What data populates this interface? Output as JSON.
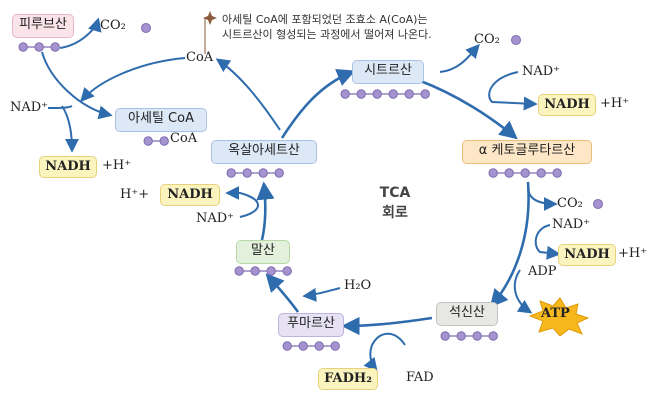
{
  "cycle_name": [
    "TCA",
    "회로"
  ],
  "note": [
    "아세틸 CoA에 포함되었던 조효소 A(CoA)는",
    "시트르산이 형성되는 과정에서 떨어져 나온다."
  ],
  "molecules": {
    "pyruvate": "피루브산",
    "acetyl_coa": "아세틸 CoA",
    "citrate": "시트르산",
    "alpha_kg": "α 케토글루타르산",
    "succinate": "석신산",
    "fumarate": "푸마르산",
    "malate": "말산",
    "oxaloacetate": "옥살아세트산"
  },
  "labels": {
    "coa_top": "CoA",
    "coa_attached": "CoA",
    "co2_1": "CO₂",
    "co2_2": "CO₂",
    "co2_3": "CO₂",
    "nad_1": "NAD⁺",
    "nad_2": "NAD⁺",
    "nad_3": "NAD⁺",
    "nad_4": "NAD⁺",
    "nadh_1": "NADH",
    "nadh_2": "NADH",
    "nadh_3": "NADH",
    "nadh_4": "NADH",
    "hplus_1": "+H⁺",
    "hplus_2": "+H⁺",
    "hplus_3": "+H⁺",
    "hplus_4": "H⁺+",
    "adp": "ADP",
    "atp": "ATP",
    "h2o": "H₂O",
    "fad": "FAD",
    "fadh2": "FADH₂"
  },
  "carbon_counts": {
    "pyruvate": 3,
    "acetyl_coa": 2,
    "citrate": 6,
    "alpha_kg": 5,
    "succinate": 4,
    "fumarate": 4,
    "malate": 4,
    "oxaloacetate": 4
  },
  "colors": {
    "arrow": "#2f6cae",
    "carbon": "#a593cf",
    "atp_star": "#f6b81c",
    "note_marker": "#8a5a3a"
  }
}
